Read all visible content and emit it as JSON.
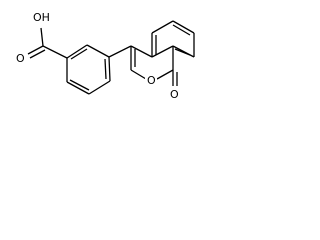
{
  "structure": {
    "atoms": {
      "carboxyl_OH": "OH",
      "carboxyl_O": "O",
      "ring_O": "O",
      "lactone_O": "O"
    },
    "colors": {
      "bond": "#000000",
      "background": "#ffffff"
    }
  }
}
